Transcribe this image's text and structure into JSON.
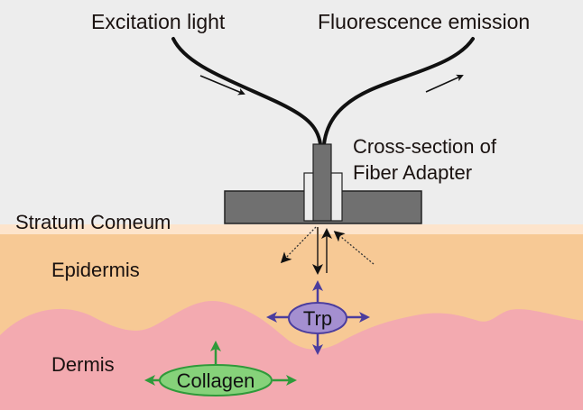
{
  "diagram": {
    "title": "Fiber-optic skin autofluorescence measurement",
    "labels": {
      "excitation": "Excitation light",
      "emission": "Fluorescence emission",
      "adapter_line1": "Cross-section of",
      "adapter_line2": "Fiber Adapter",
      "stratum": "Stratum Comeum",
      "epidermis": "Epidermis",
      "dermis": "Dermis"
    },
    "fluorophores": [
      {
        "name": "Trp",
        "layer": "epidermis",
        "color": "#a48fd0",
        "stroke": "#4b3d9e"
      },
      {
        "name": "Collagen",
        "layer": "dermis",
        "color": "#86d27a",
        "stroke": "#2f9a3a"
      }
    ],
    "colors": {
      "background": "#ededed",
      "stratum_corneum": "#fde4cc",
      "epidermis": "#f7c995",
      "dermis": "#f3aab0",
      "adapter": "#707070",
      "adapter_inner": "#ececec",
      "fiber": "#111111"
    }
  }
}
